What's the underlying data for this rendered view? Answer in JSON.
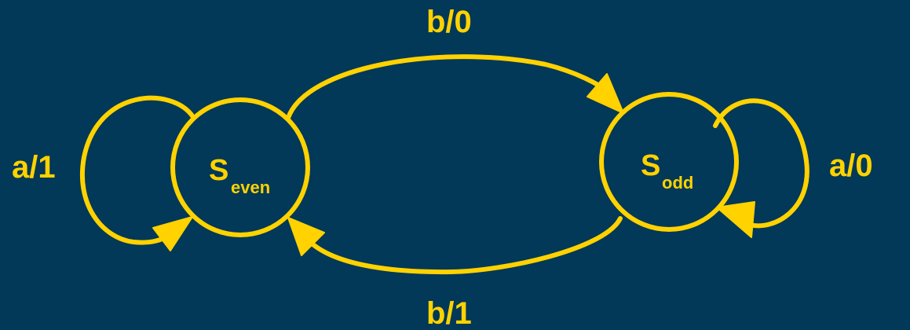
{
  "diagram": {
    "states": {
      "even": {
        "main": "S",
        "sub": "even"
      },
      "odd": {
        "main": "S",
        "sub": "odd"
      }
    },
    "transitions": {
      "even_self": "a/1",
      "even_to_odd": "b/0",
      "odd_self": "a/0",
      "odd_to_even": "b/1"
    }
  },
  "colors": {
    "background": "#023858",
    "foreground": "#FFD200"
  }
}
